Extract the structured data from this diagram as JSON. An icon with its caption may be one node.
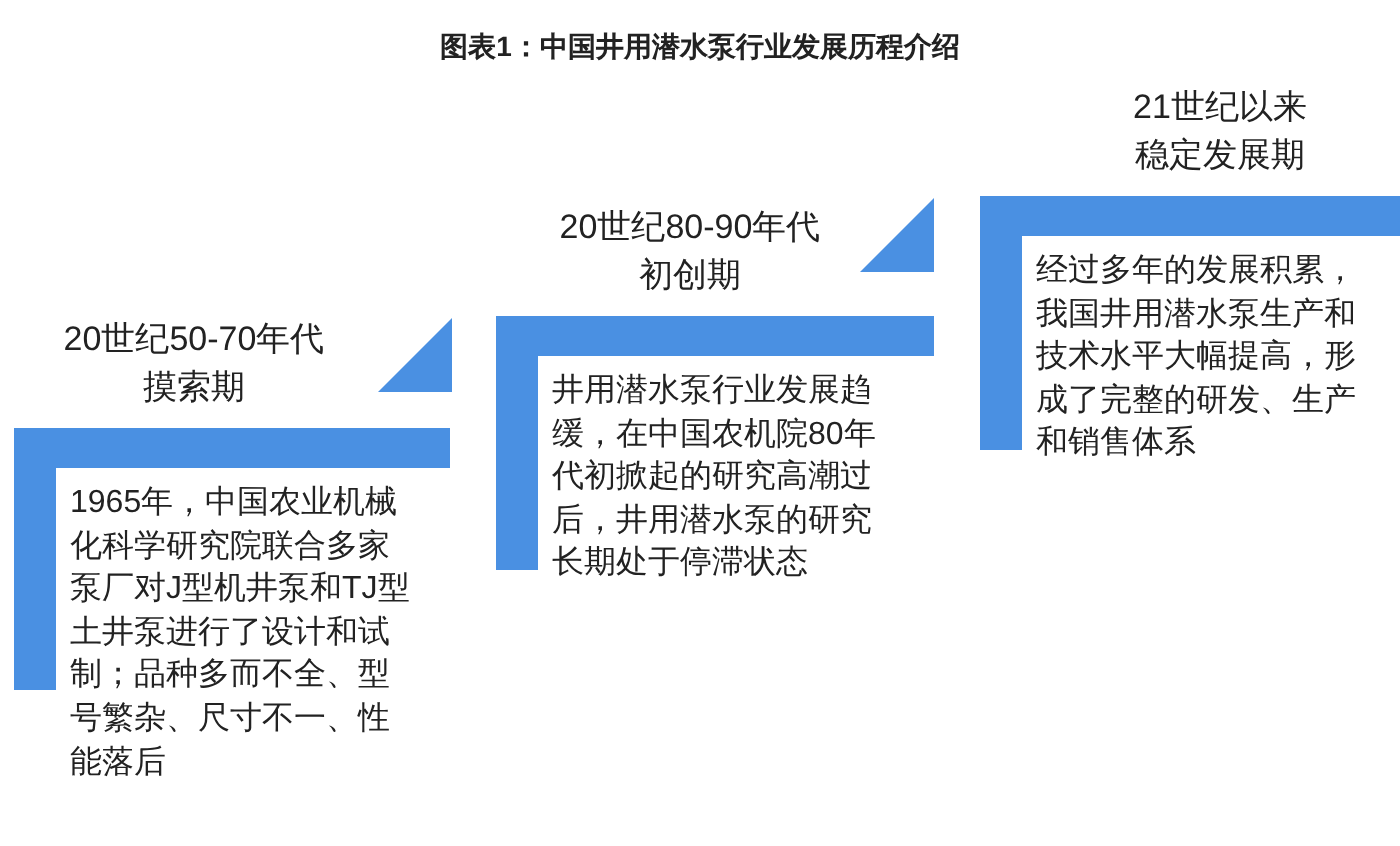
{
  "diagram": {
    "title": "图表1：中国井用潜水泵行业发展历程介绍",
    "nodes": [
      {
        "text": [
          "20世纪50-70年代摸索期",
          "1965年，中国农业机械化科学研究院联合多家泵厂对J型机井泵和TJ型土井泵进行了设计和试制；品种多而不全、型号繁杂、尺寸不一、性能落后"
        ]
      },
      {
        "text": [
          "20世纪80-90年代初创期",
          "井用潜水泵行业发展趋缓，在中国农机院80年代初掀起的研究高潮过后，井用潜水泵的研究长期处于停滞状态"
        ]
      },
      {
        "text": [
          "21世纪以来稳定发展期",
          "经过多年的发展积累，我国井用潜水泵生产和技术水平大幅提高，形成了完整的研发、生产和销售体系"
        ]
      }
    ]
  }
}
